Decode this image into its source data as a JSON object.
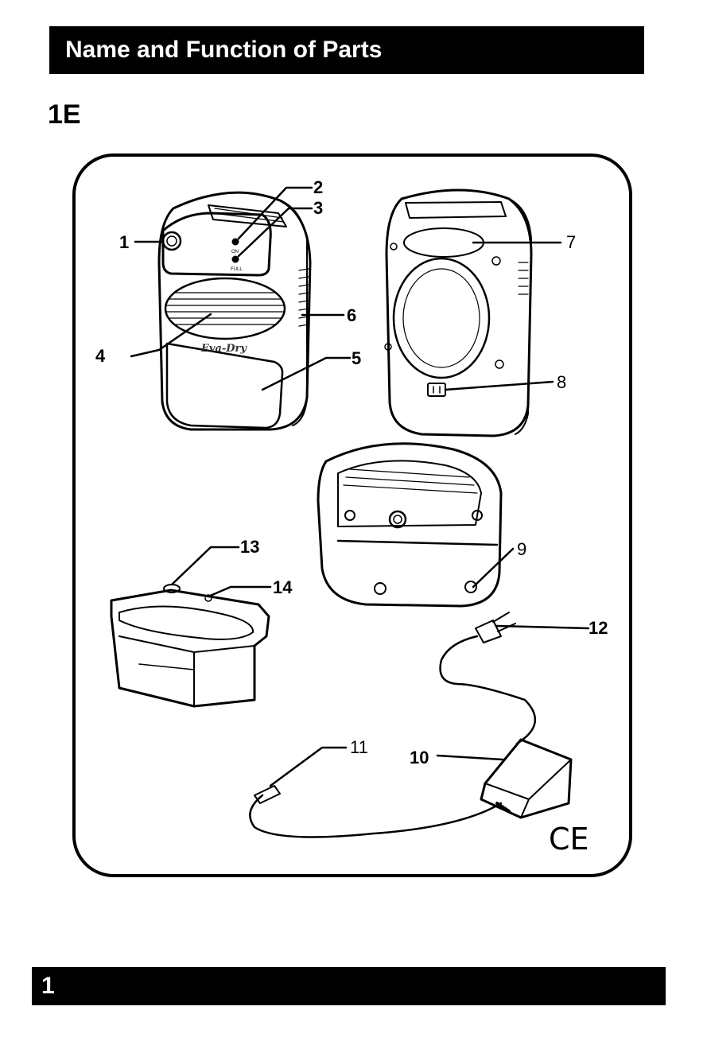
{
  "header": {
    "title": "Name and Function of Parts"
  },
  "model_label": "1E",
  "unit_front": {
    "logo_text": "Eva-Dry",
    "led_on": "ON",
    "led_full": "FULL"
  },
  "callouts": {
    "c1": "1",
    "c2": "2",
    "c3": "3",
    "c4": "4",
    "c5": "5",
    "c6": "6",
    "c7": "7",
    "c8": "8",
    "c9": "9",
    "c10": "10",
    "c11": "11",
    "c12": "12",
    "c13": "13",
    "c14": "14"
  },
  "ce_mark": "CE",
  "footer": {
    "page_number": "1"
  }
}
